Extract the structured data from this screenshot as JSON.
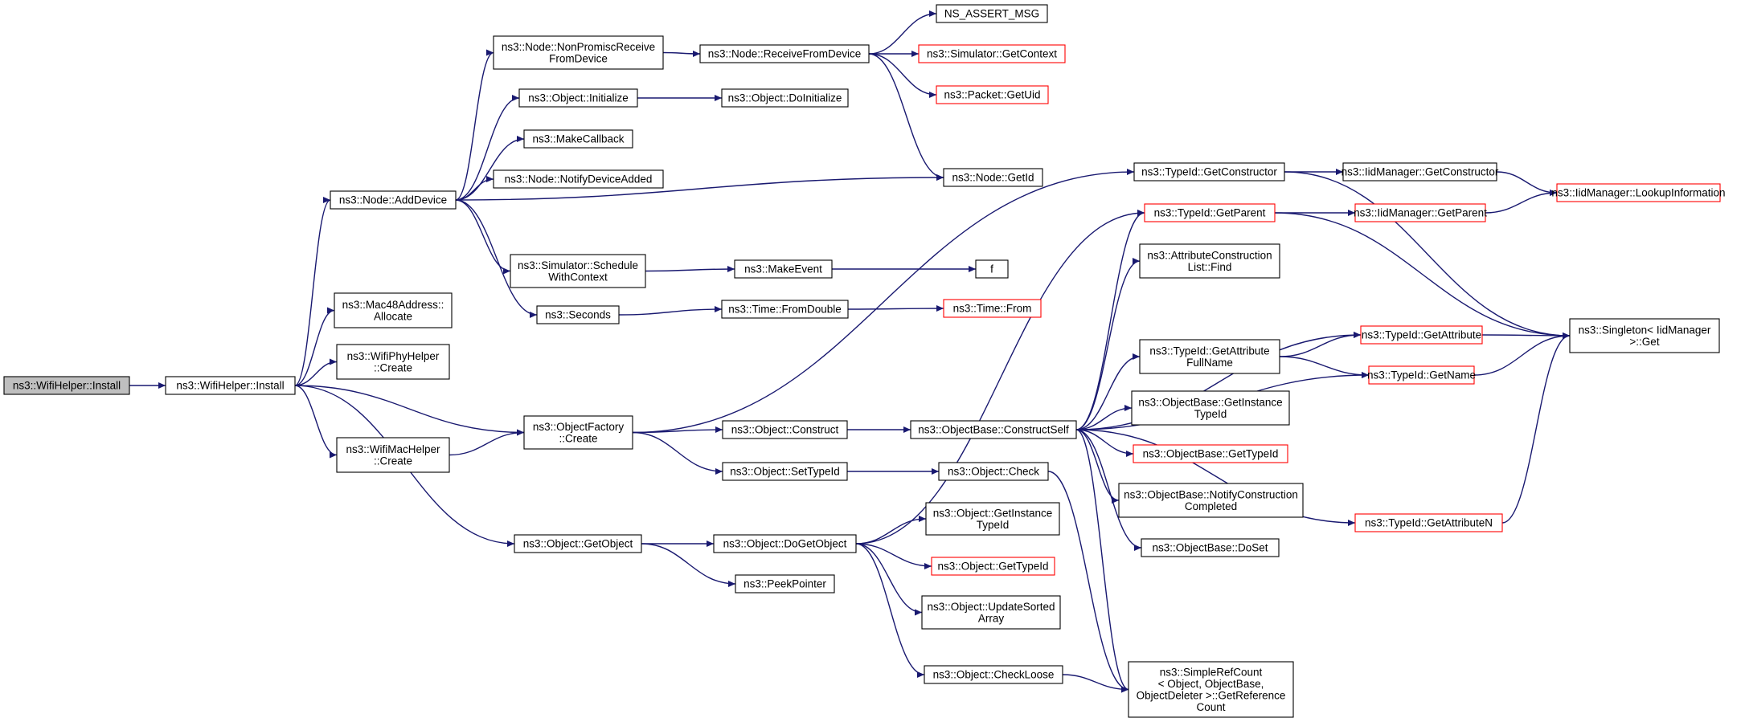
{
  "colors": {
    "edge": "#191970",
    "node_border": "#000000",
    "truncated_border": "#ff0000",
    "root_fill": "#bfbfbf",
    "background": "#ffffff"
  },
  "nodes": {
    "wifi_install_root": {
      "lines": [
        "ns3::WifiHelper::Install"
      ],
      "kind": "root"
    },
    "wifi_install": {
      "lines": [
        "ns3::WifiHelper::Install"
      ],
      "kind": "normal"
    },
    "node_adddevice": {
      "lines": [
        "ns3::Node::AddDevice"
      ],
      "kind": "normal"
    },
    "mac48_allocate": {
      "lines": [
        "ns3::Mac48Address::",
        "Allocate"
      ],
      "kind": "normal"
    },
    "wifiphy_create": {
      "lines": [
        "ns3::WifiPhyHelper",
        "::Create"
      ],
      "kind": "normal"
    },
    "wifimac_create": {
      "lines": [
        "ns3::WifiMacHelper",
        "::Create"
      ],
      "kind": "normal"
    },
    "objectfactory_create": {
      "lines": [
        "ns3::ObjectFactory",
        "::Create"
      ],
      "kind": "normal"
    },
    "object_getobject": {
      "lines": [
        "ns3::Object::GetObject"
      ],
      "kind": "normal"
    },
    "node_nonpromisc": {
      "lines": [
        "ns3::Node::NonPromiscReceive",
        "FromDevice"
      ],
      "kind": "normal"
    },
    "object_initialize": {
      "lines": [
        "ns3::Object::Initialize"
      ],
      "kind": "normal"
    },
    "makecallback": {
      "lines": [
        "ns3::MakeCallback"
      ],
      "kind": "normal"
    },
    "node_notifydeviceadded": {
      "lines": [
        "ns3::Node::NotifyDeviceAdded"
      ],
      "kind": "normal"
    },
    "simulator_schedulewithcontext": {
      "lines": [
        "ns3::Simulator::Schedule",
        "WithContext"
      ],
      "kind": "normal"
    },
    "seconds": {
      "lines": [
        "ns3::Seconds"
      ],
      "kind": "normal"
    },
    "node_receivefromdevice": {
      "lines": [
        "ns3::Node::ReceiveFromDevice"
      ],
      "kind": "normal"
    },
    "object_doinitialize": {
      "lines": [
        "ns3::Object::DoInitialize"
      ],
      "kind": "normal"
    },
    "makeevent": {
      "lines": [
        "ns3::MakeEvent"
      ],
      "kind": "normal"
    },
    "time_fromdouble": {
      "lines": [
        "ns3::Time::FromDouble"
      ],
      "kind": "normal"
    },
    "object_construct": {
      "lines": [
        "ns3::Object::Construct"
      ],
      "kind": "normal"
    },
    "object_settypeid": {
      "lines": [
        "ns3::Object::SetTypeId"
      ],
      "kind": "normal"
    },
    "object_dogetobject": {
      "lines": [
        "ns3::Object::DoGetObject"
      ],
      "kind": "normal"
    },
    "peekpointer": {
      "lines": [
        "ns3::PeekPointer"
      ],
      "kind": "normal"
    },
    "ns_assert_msg": {
      "lines": [
        "NS_ASSERT_MSG"
      ],
      "kind": "normal"
    },
    "simulator_getcontext": {
      "lines": [
        "ns3::Simulator::GetContext"
      ],
      "kind": "truncated"
    },
    "packet_getuid": {
      "lines": [
        "ns3::Packet::GetUid"
      ],
      "kind": "truncated"
    },
    "node_getid": {
      "lines": [
        "ns3::Node::GetId"
      ],
      "kind": "normal"
    },
    "f": {
      "lines": [
        "f"
      ],
      "kind": "normal"
    },
    "time_from": {
      "lines": [
        "ns3::Time::From"
      ],
      "kind": "truncated"
    },
    "objectbase_constructself": {
      "lines": [
        "ns3::ObjectBase::ConstructSelf"
      ],
      "kind": "normal"
    },
    "object_check": {
      "lines": [
        "ns3::Object::Check"
      ],
      "kind": "normal"
    },
    "object_getinstancetypeid": {
      "lines": [
        "ns3::Object::GetInstance",
        "TypeId"
      ],
      "kind": "normal"
    },
    "object_gettypeid": {
      "lines": [
        "ns3::Object::GetTypeId"
      ],
      "kind": "truncated"
    },
    "object_updatesortedarray": {
      "lines": [
        "ns3::Object::UpdateSorted",
        "Array"
      ],
      "kind": "normal"
    },
    "object_checkloose": {
      "lines": [
        "ns3::Object::CheckLoose"
      ],
      "kind": "normal"
    },
    "typeid_getconstructor": {
      "lines": [
        "ns3::TypeId::GetConstructor"
      ],
      "kind": "normal"
    },
    "typeid_getparent": {
      "lines": [
        "ns3::TypeId::GetParent"
      ],
      "kind": "truncated"
    },
    "attributeconstructionlist_find": {
      "lines": [
        "ns3::AttributeConstruction",
        "List::Find"
      ],
      "kind": "normal"
    },
    "typeid_getattributefullname": {
      "lines": [
        "ns3::TypeId::GetAttribute",
        "FullName"
      ],
      "kind": "normal"
    },
    "objectbase_getinstancetypeid": {
      "lines": [
        "ns3::ObjectBase::GetInstance",
        "TypeId"
      ],
      "kind": "normal"
    },
    "objectbase_gettypeid": {
      "lines": [
        "ns3::ObjectBase::GetTypeId"
      ],
      "kind": "truncated"
    },
    "objectbase_notifyconstructioncompleted": {
      "lines": [
        "ns3::ObjectBase::NotifyConstruction",
        "Completed"
      ],
      "kind": "normal"
    },
    "objectbase_doset": {
      "lines": [
        "ns3::ObjectBase::DoSet"
      ],
      "kind": "normal"
    },
    "simplerefcount_getreferencecount": {
      "lines": [
        "ns3::SimpleRefCount",
        "< Object, ObjectBase,",
        "ObjectDeleter >::GetReference",
        "Count"
      ],
      "kind": "normal"
    },
    "iidmanager_getconstructor": {
      "lines": [
        "ns3::IidManager::GetConstructor"
      ],
      "kind": "normal"
    },
    "iidmanager_getparent": {
      "lines": [
        "ns3::IidManager::GetParent"
      ],
      "kind": "truncated"
    },
    "typeid_getattribute": {
      "lines": [
        "ns3::TypeId::GetAttribute"
      ],
      "kind": "truncated"
    },
    "typeid_getname": {
      "lines": [
        "ns3::TypeId::GetName"
      ],
      "kind": "truncated"
    },
    "typeid_getattributen": {
      "lines": [
        "ns3::TypeId::GetAttributeN"
      ],
      "kind": "truncated"
    },
    "iidmanager_lookupinformation": {
      "lines": [
        "ns3::IidManager::LookupInformation"
      ],
      "kind": "truncated"
    },
    "singleton_get": {
      "lines": [
        "ns3::Singleton< IidManager",
        ">::Get"
      ],
      "kind": "normal"
    }
  },
  "edges": [
    [
      "wifi_install_root",
      "wifi_install"
    ],
    [
      "wifi_install",
      "node_adddevice"
    ],
    [
      "wifi_install",
      "mac48_allocate"
    ],
    [
      "wifi_install",
      "wifiphy_create"
    ],
    [
      "wifi_install",
      "wifimac_create"
    ],
    [
      "wifi_install",
      "objectfactory_create"
    ],
    [
      "wifi_install",
      "object_getobject"
    ],
    [
      "node_adddevice",
      "node_nonpromisc"
    ],
    [
      "node_adddevice",
      "object_initialize"
    ],
    [
      "node_adddevice",
      "makecallback"
    ],
    [
      "node_adddevice",
      "node_notifydeviceadded"
    ],
    [
      "node_adddevice",
      "node_getid"
    ],
    [
      "node_adddevice",
      "simulator_schedulewithcontext"
    ],
    [
      "node_adddevice",
      "seconds"
    ],
    [
      "node_nonpromisc",
      "node_receivefromdevice"
    ],
    [
      "node_receivefromdevice",
      "ns_assert_msg"
    ],
    [
      "node_receivefromdevice",
      "simulator_getcontext"
    ],
    [
      "node_receivefromdevice",
      "packet_getuid"
    ],
    [
      "node_receivefromdevice",
      "node_getid"
    ],
    [
      "object_initialize",
      "object_doinitialize"
    ],
    [
      "simulator_schedulewithcontext",
      "makeevent"
    ],
    [
      "makeevent",
      "f"
    ],
    [
      "seconds",
      "time_fromdouble"
    ],
    [
      "time_fromdouble",
      "time_from"
    ],
    [
      "wifimac_create",
      "objectfactory_create"
    ],
    [
      "objectfactory_create",
      "typeid_getconstructor"
    ],
    [
      "objectfactory_create",
      "object_construct"
    ],
    [
      "objectfactory_create",
      "object_settypeid"
    ],
    [
      "object_construct",
      "objectbase_constructself"
    ],
    [
      "object_settypeid",
      "object_check"
    ],
    [
      "object_check",
      "simplerefcount_getreferencecount"
    ],
    [
      "object_getobject",
      "object_dogetobject"
    ],
    [
      "object_getobject",
      "peekpointer"
    ],
    [
      "object_dogetobject",
      "object_getinstancetypeid"
    ],
    [
      "object_dogetobject",
      "object_gettypeid"
    ],
    [
      "object_dogetobject",
      "object_updatesortedarray"
    ],
    [
      "object_dogetobject",
      "object_checkloose"
    ],
    [
      "object_dogetobject",
      "typeid_getparent"
    ],
    [
      "object_checkloose",
      "simplerefcount_getreferencecount"
    ],
    [
      "objectbase_constructself",
      "typeid_getparent"
    ],
    [
      "objectbase_constructself",
      "attributeconstructionlist_find"
    ],
    [
      "objectbase_constructself",
      "typeid_getattributefullname"
    ],
    [
      "objectbase_constructself",
      "typeid_getattribute"
    ],
    [
      "objectbase_constructself",
      "objectbase_getinstancetypeid"
    ],
    [
      "objectbase_constructself",
      "objectbase_gettypeid"
    ],
    [
      "objectbase_constructself",
      "objectbase_notifyconstructioncompleted"
    ],
    [
      "objectbase_constructself",
      "objectbase_doset"
    ],
    [
      "objectbase_constructself",
      "typeid_getname"
    ],
    [
      "objectbase_constructself",
      "typeid_getattributen"
    ],
    [
      "objectbase_constructself",
      "simplerefcount_getreferencecount"
    ],
    [
      "typeid_getconstructor",
      "iidmanager_getconstructor"
    ],
    [
      "typeid_getconstructor",
      "singleton_get"
    ],
    [
      "typeid_getparent",
      "iidmanager_getparent"
    ],
    [
      "typeid_getparent",
      "singleton_get"
    ],
    [
      "typeid_getattributefullname",
      "typeid_getattribute"
    ],
    [
      "typeid_getattributefullname",
      "typeid_getname"
    ],
    [
      "typeid_getattribute",
      "singleton_get"
    ],
    [
      "typeid_getname",
      "singleton_get"
    ],
    [
      "typeid_getattributen",
      "singleton_get"
    ],
    [
      "iidmanager_getconstructor",
      "iidmanager_lookupinformation"
    ],
    [
      "iidmanager_getparent",
      "iidmanager_lookupinformation"
    ]
  ]
}
